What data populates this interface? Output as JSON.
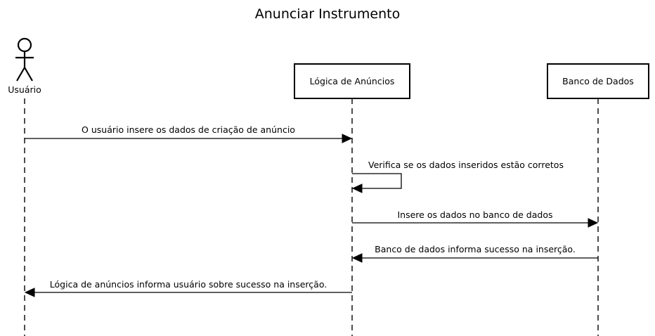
{
  "diagram": {
    "title": "Anunciar Instrumento",
    "participants": {
      "user": {
        "label": "Usuário"
      },
      "logic": {
        "label": "Lógica de Anúncios"
      },
      "db": {
        "label": "Banco de Dados"
      }
    },
    "messages": [
      {
        "from": "user",
        "to": "logic",
        "label": "O usuário insere os dados de criação de anúncio"
      },
      {
        "from": "logic",
        "to": "logic",
        "label": "Verifica se os dados inseridos estão corretos"
      },
      {
        "from": "logic",
        "to": "db",
        "label": "Insere os dados no banco de dados"
      },
      {
        "from": "db",
        "to": "logic",
        "label": "Banco de dados informa sucesso na inserção."
      },
      {
        "from": "logic",
        "to": "user",
        "label": "Lógica de anúncios informa usuário sobre sucesso na inserção."
      }
    ]
  }
}
